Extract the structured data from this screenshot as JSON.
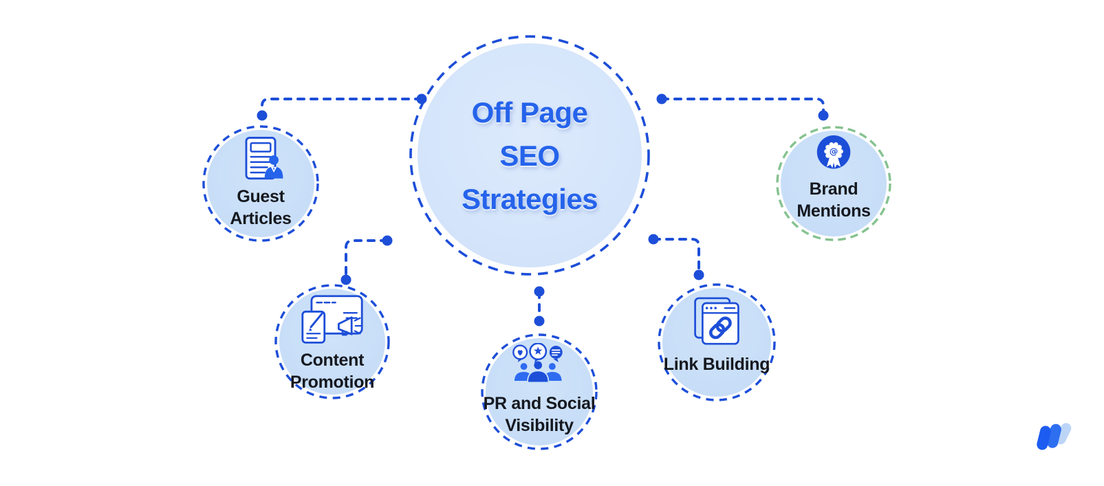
{
  "title": "Off Page SEO Strategies",
  "nodes": {
    "guest": {
      "label": "Guest Articles",
      "icon": "guest-articles-icon"
    },
    "content": {
      "label": "Content Promotion",
      "icon": "content-promotion-icon"
    },
    "pr": {
      "label": "PR and Social Visibility",
      "icon": "pr-social-icon"
    },
    "link": {
      "label": "Link Building",
      "icon": "link-building-icon"
    },
    "brand": {
      "label": "Brand Mentions",
      "icon": "brand-mentions-badge-icon"
    }
  },
  "colors": {
    "dash_blue": "#1d4ed8",
    "title_blue": "#2563eb",
    "central_fill": "#d5e5fb",
    "node_fill": "#c9e0f8",
    "brand_dash_green": "#85c290",
    "label_text": "#15181e",
    "background": "#ffffff",
    "logo_blue_dark": "#1c5cf0",
    "logo_blue_mid": "#2e6ff2",
    "logo_blue_light": "#bcd5f7"
  },
  "logo": {
    "name": "writesonic-logo"
  }
}
